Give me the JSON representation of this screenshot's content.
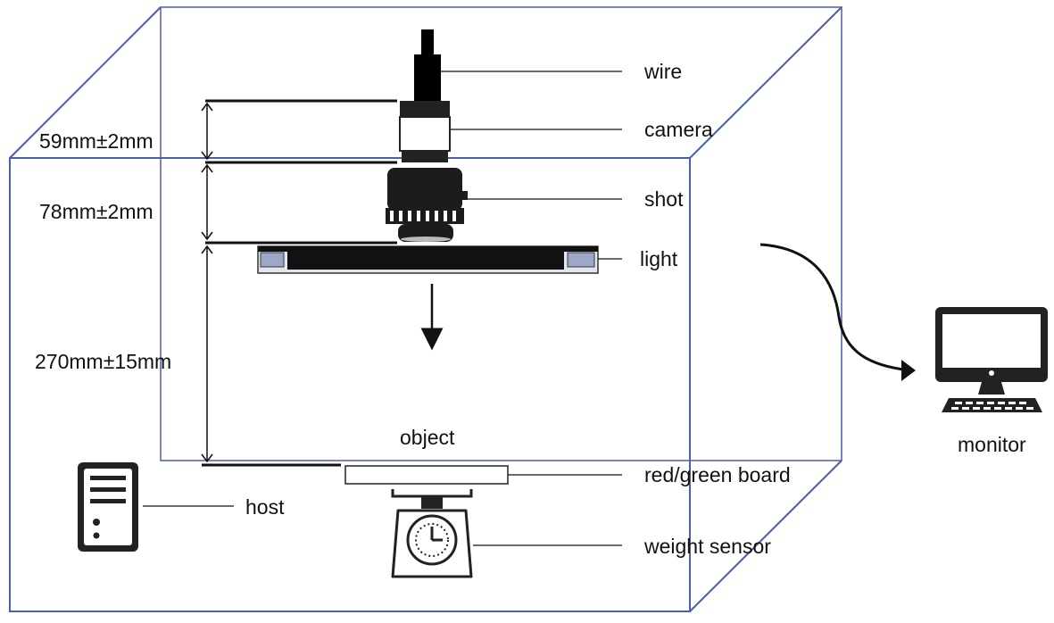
{
  "dimensions": {
    "camera_top": "59mm±2mm",
    "shot_to_light": "78mm±2mm",
    "light_to_board": "270mm±15mm"
  },
  "labels": {
    "wire": "wire",
    "camera": "camera",
    "shot": "shot",
    "light": "light",
    "object": "object",
    "board": "red/green board",
    "host": "host",
    "weight_sensor": "weight sensor",
    "monitor": "monitor"
  },
  "colors": {
    "box_edge": "#4a5fa8",
    "ink": "#111111",
    "light_panel": "#e4e4ef"
  },
  "icons": [
    "host-computer-icon",
    "weighing-scale-icon",
    "monitor-icon",
    "camera-icon"
  ]
}
